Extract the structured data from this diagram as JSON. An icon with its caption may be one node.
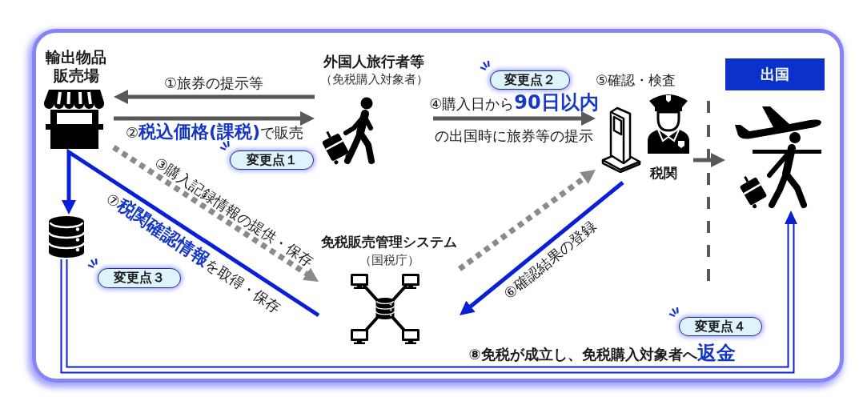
{
  "diagram": {
    "nodes": [
      {
        "text": [
          "輸出物品販売場"
        ]
      },
      {
        "text": [
          "外国人旅行者等",
          "（免税購入対象者）"
        ]
      },
      {
        "text": [
          "変更点２"
        ]
      },
      {
        "text": [
          "税関"
        ],
        "beside": [
          "⑤確認・検査"
        ]
      },
      {
        "text": [
          "出国"
        ]
      },
      {
        "text": [
          "変更点１"
        ]
      },
      {
        "text": [],
        "shape": "cylinder"
      },
      {
        "text": [
          "変更点３"
        ]
      },
      {
        "text": [
          "免税販売管理システム",
          "（国税庁）"
        ]
      },
      {
        "text": [
          "変更点４"
        ]
      }
    ],
    "edges": [
      {
        "from": 1,
        "to": 0,
        "arrow": "to",
        "label": "①旅券の提示等"
      },
      {
        "from": 0,
        "to": 1,
        "arrow": "to",
        "label": "②**税込価格(課税)**で販売"
      },
      {
        "from": 1,
        "to": 3,
        "arrow": "to",
        "label": "④購入日から**90日以内**の出国時に旅券等の提示"
      },
      {
        "from": 0,
        "to": 8,
        "arrow": "to",
        "label": "③購入記録情報の提供・保存",
        "style": "dashed",
        "color": "#8a8a8a"
      },
      {
        "from": 8,
        "to": 3,
        "arrow": "to",
        "style": "dashed",
        "color": "#8a8a8a"
      },
      {
        "from": 3,
        "to": 8,
        "arrow": "to",
        "label": "⑥確認結果の登録",
        "color": "#0a1fd8"
      },
      {
        "from": 8,
        "to": 6,
        "arrow": "to",
        "label": "⑦**税関確認情報**を取得・保存",
        "color": "#0a1fd8"
      },
      {
        "from": 6,
        "to": 4,
        "arrow": "to",
        "label": "⑧免税が成立し、免税購入対象者へ**返金**",
        "color": "#0a1fd8"
      },
      {
        "from": 3,
        "to": 4,
        "arrow": "to"
      }
    ]
  }
}
